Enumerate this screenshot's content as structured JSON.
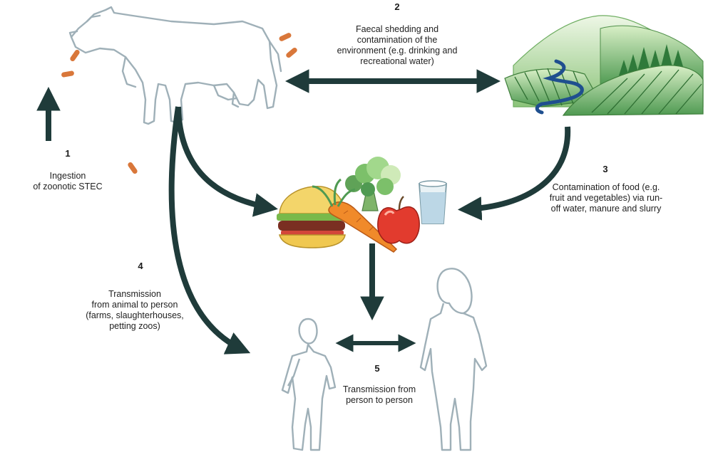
{
  "steps": [
    {
      "number": "1",
      "lines": [
        "Ingestion",
        "of zoonotic STEC"
      ]
    },
    {
      "number": "2",
      "lines": [
        "Faecal shedding and",
        "contamination of the",
        "environment (e.g. drinking and",
        "recreational water)"
      ]
    },
    {
      "number": "3",
      "lines": [
        "Contamination of food (e.g.",
        "fruit and vegetables) via run-",
        "off water, manure and slurry"
      ]
    },
    {
      "number": "4",
      "lines": [
        "Transmission",
        "from animal to person",
        "(farms, slaughterhouses,",
        "petting zoos)"
      ]
    },
    {
      "number": "5",
      "lines": [
        "Transmission from",
        "person to person"
      ]
    }
  ],
  "colors": {
    "arrow": "#1f3b3a",
    "outline": "#9fb0b8",
    "bacteria": "#d9773a",
    "hill_dark": "#4f9a52",
    "hill_light": "#a9d58c",
    "river": "#1f4f8f"
  }
}
